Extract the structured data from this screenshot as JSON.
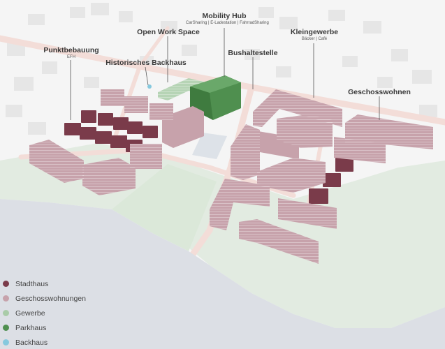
{
  "labels": {
    "mobility_hub": {
      "title": "Mobility Hub",
      "sub": "CarSharing | E-Ladestation | FahrradSharing"
    },
    "open_work_space": {
      "title": "Open Work Space"
    },
    "kleingewerbe": {
      "title": "Kleingewerbe",
      "sub": "Bäcker | Café"
    },
    "punktbebauung": {
      "title": "Punktbebauung",
      "sub": "EFH"
    },
    "historisches_backhaus": {
      "title": "Historisches Backhaus"
    },
    "bushaltestelle": {
      "title": "Bushaltestelle"
    },
    "geschosswohnen": {
      "title": "Geschosswohnen"
    }
  },
  "legend": [
    {
      "label": "Stadthaus",
      "color": "#7a3b4a"
    },
    {
      "label": "Geschosswohnungen",
      "color": "#c7a2ab"
    },
    {
      "label": "Gewerbe",
      "color": "#a9cba8"
    },
    {
      "label": "Parkhaus",
      "color": "#4f8f4f"
    },
    {
      "label": "Backhaus",
      "color": "#86c9de"
    }
  ],
  "colors": {
    "water": "#dde0e6",
    "green": "#e3ece2",
    "street": "#f3dcd7",
    "context": "#e7e7e7",
    "stadthaus": "#7a3b4a",
    "geschoss": "#c7a2ab",
    "gewerbe": "#a9cba8",
    "parkhaus": "#4f8f4f",
    "backhaus": "#86c9de"
  }
}
